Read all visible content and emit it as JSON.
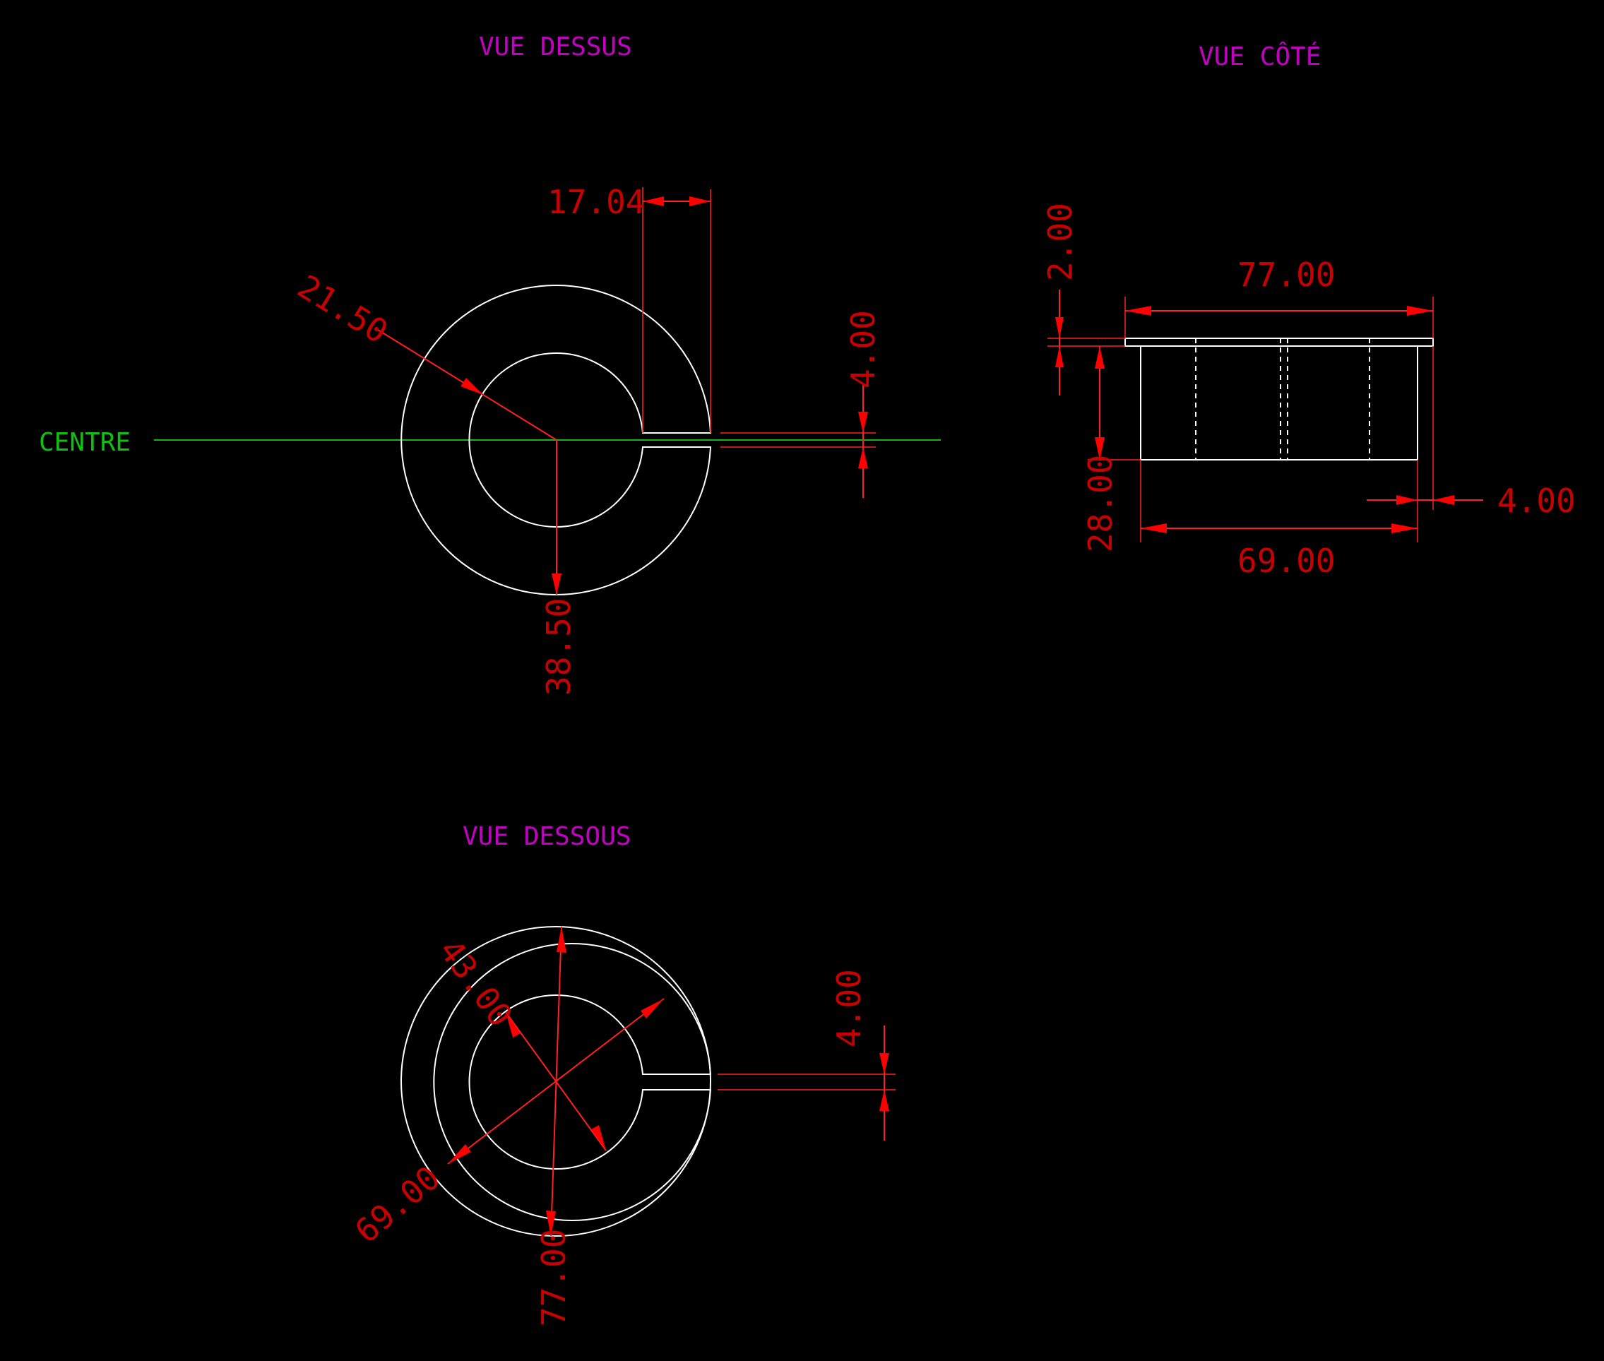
{
  "views": {
    "top_title": "VUE DESSUS",
    "side_title": "VUE CÔTÉ",
    "bottom_title": "VUE DESSOUS"
  },
  "centre_label": "CENTRE",
  "dimensions": {
    "top_slot_offset": "17.04",
    "top_inner_radius": "21.50",
    "top_slot_width": "4.00",
    "top_outer_radius": "38.50",
    "side_total_width": "77.00",
    "side_flange_height": "2.00",
    "side_body_height": "28.00",
    "side_flange_overhang": "4.00",
    "side_body_width": "69.00",
    "bottom_inner_diameter": "43.00",
    "bottom_slot_width": "4.00",
    "bottom_mid_diameter": "69.00",
    "bottom_outer_diameter": "77.00"
  },
  "colors": {
    "background": "#000000",
    "geometry": "#ffffff",
    "dimensions": "#ff0000",
    "titles": "#c400c4",
    "centre_line": "#14b414"
  }
}
